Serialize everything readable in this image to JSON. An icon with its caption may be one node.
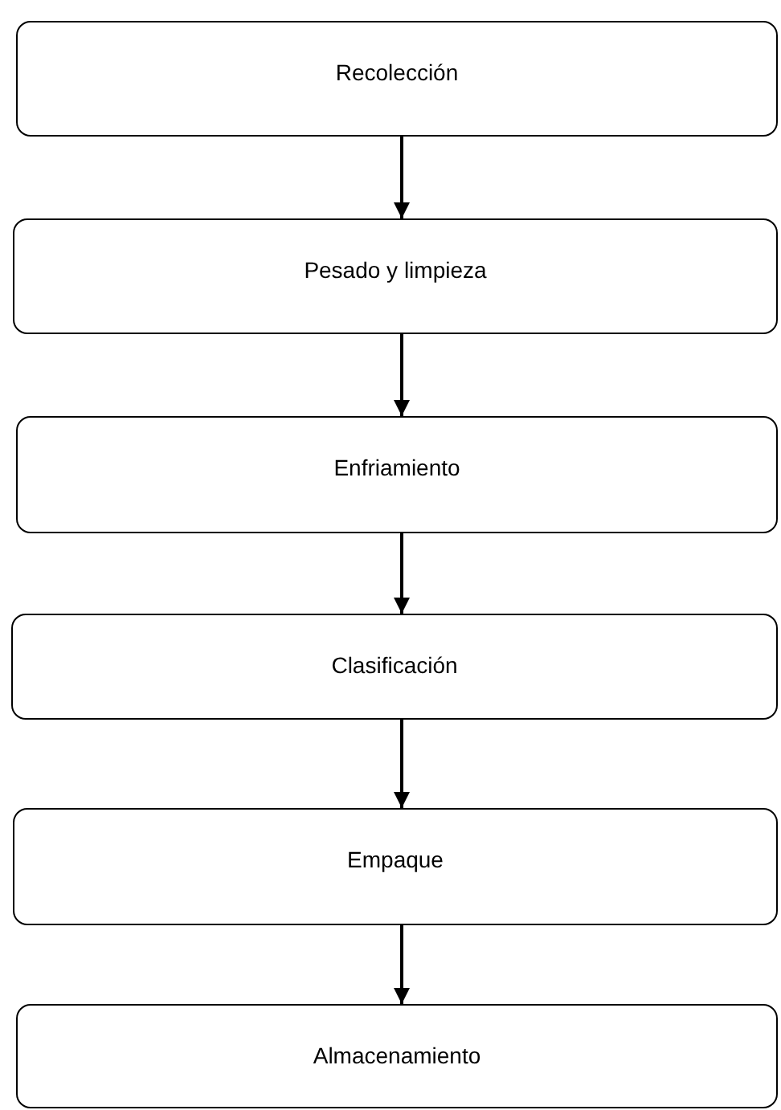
{
  "diagram": {
    "nodes": [
      {
        "text": [
          "Recolección"
        ]
      },
      {
        "text": [
          "Pesado y limpieza"
        ]
      },
      {
        "text": [
          "Enfriamiento"
        ]
      },
      {
        "text": [
          "Clasificación"
        ]
      },
      {
        "text": [
          "Empaque"
        ]
      },
      {
        "text": [
          "Almacenamiento"
        ]
      }
    ],
    "edges": [
      {
        "from": 0,
        "to": 1,
        "arrow": "to"
      },
      {
        "from": 1,
        "to": 2,
        "arrow": "to"
      },
      {
        "from": 2,
        "to": 3,
        "arrow": "to"
      },
      {
        "from": 3,
        "to": 4,
        "arrow": "to"
      },
      {
        "from": 4,
        "to": 5,
        "arrow": "to"
      }
    ]
  }
}
